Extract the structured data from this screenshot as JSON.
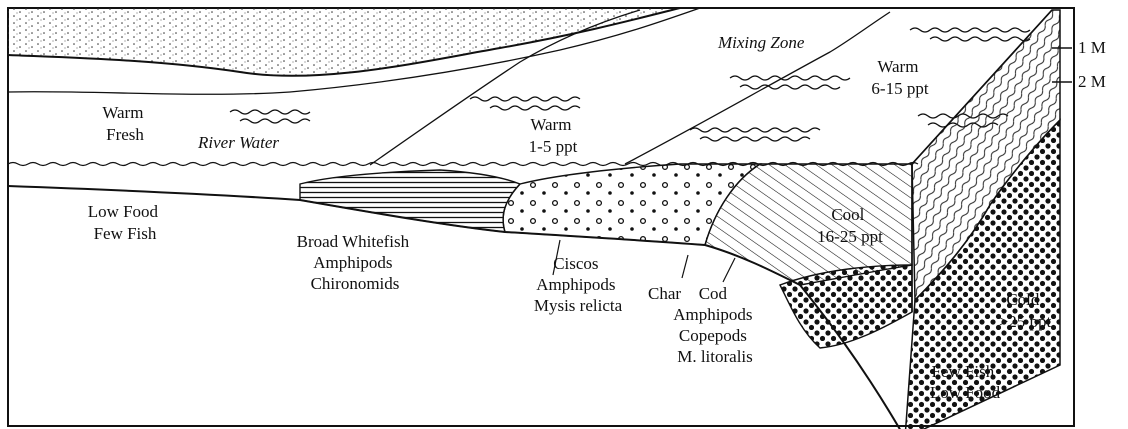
{
  "labels": {
    "warm_fresh": [
      "Warm",
      "Fresh"
    ],
    "river_water": "River Water",
    "mixing_zone": "Mixing Zone",
    "warm_1_5": [
      "Warm",
      "1-5 ppt"
    ],
    "warm_6_15": [
      "Warm",
      "6-15 ppt"
    ],
    "depth_1m": "1 M",
    "depth_2m": "2 M",
    "low_food_few_fish": [
      "Low Food",
      "Few Fish"
    ],
    "broad_whitefish": [
      "Broad Whitefish",
      "Amphipods",
      "Chironomids"
    ],
    "ciscos": [
      "Ciscos",
      "Amphipods",
      "Mysis relicta"
    ],
    "char": "Char",
    "cod": [
      "Cod",
      "Amphipods",
      "Copepods",
      "M. litoralis"
    ],
    "cool": [
      "Cool",
      "16-25 ppt"
    ],
    "cold": [
      "Cold",
      ">25 ppt"
    ],
    "few_fish_low_food": [
      "Few Fish",
      "Low Food"
    ]
  }
}
